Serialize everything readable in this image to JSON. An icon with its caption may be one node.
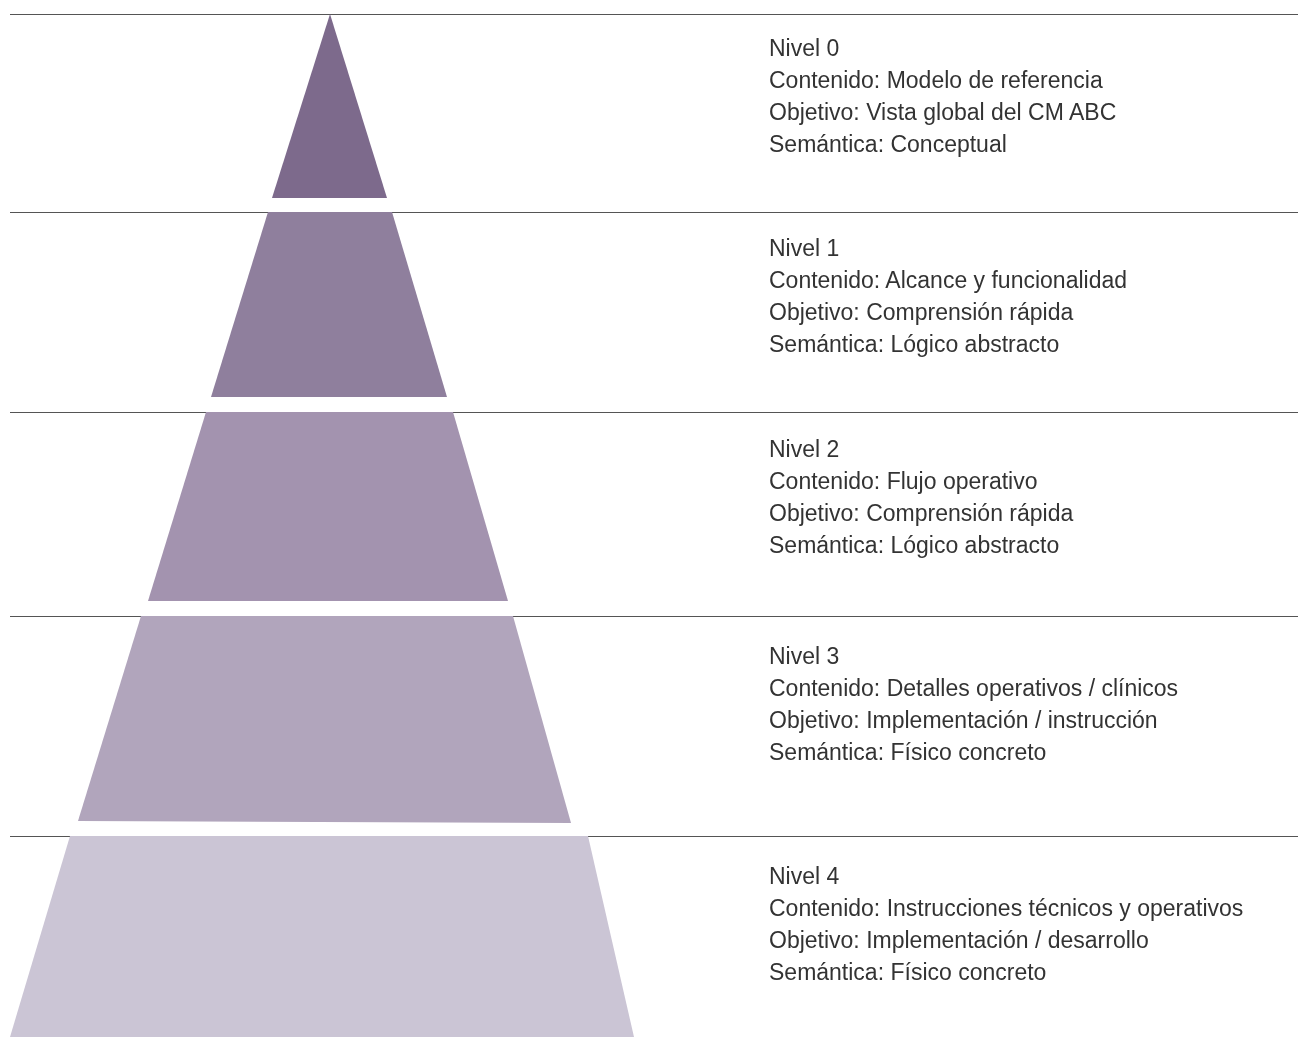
{
  "diagram": {
    "nodes": [
      {
        "text": [],
        "shape": "triangle",
        "beside": [
          "Nivel 0",
          "Contenido: Modelo de referencia",
          "Objetivo: Vista global del CM ABC",
          "Semántica: Conceptual"
        ]
      },
      {
        "text": [],
        "shape": "trapezoid",
        "beside": [
          "Nivel 1",
          "Contenido: Alcance y funcionalidad",
          "Objetivo: Comprensión rápida",
          "Semántica: Lógico abstracto"
        ]
      },
      {
        "text": [],
        "shape": "trapezoid",
        "beside": [
          "Nivel 2",
          "Contenido: Flujo operativo",
          "Objetivo: Comprensión rápida",
          "Semántica: Lógico abstracto"
        ]
      },
      {
        "text": [],
        "shape": "trapezoid",
        "beside": [
          "Nivel 3",
          "Contenido: Detalles operativos / clínicos",
          "Objetivo: Implementación / instrucción",
          "Semántica: Físico concreto"
        ]
      },
      {
        "text": [],
        "shape": "trapezoid",
        "beside": [
          "Nivel 4",
          "Contenido: Instrucciones técnicos y operativos",
          "Objetivo: Implementación  / desarrollo",
          "Semántica: Físico concreto"
        ]
      }
    ],
    "edges": []
  }
}
